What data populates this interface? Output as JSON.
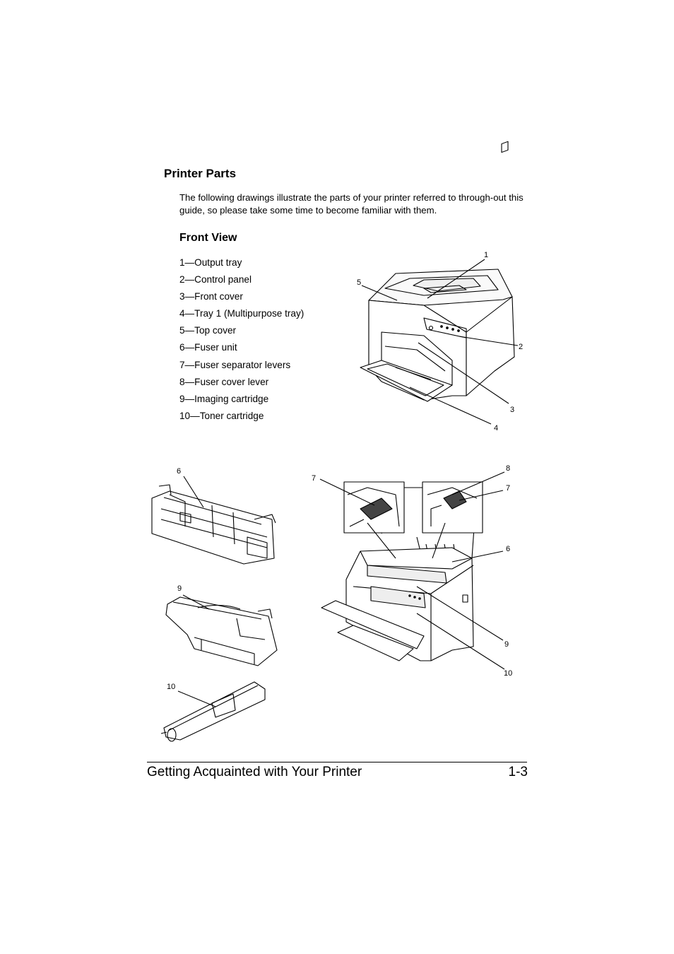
{
  "section_title": "Printer Parts",
  "intro_text": "The following drawings illustrate the parts of your printer referred to through-out this guide, so please take some time to become familiar with them.",
  "subsection_title": "Front View",
  "parts": [
    "1—Output tray",
    "2—Control panel",
    "3—Front cover",
    "4—Tray 1 (Multipurpose tray)",
    "5—Top cover",
    "6—Fuser unit",
    "7—Fuser separator levers",
    "8—Fuser cover lever",
    "9—Imaging cartridge",
    "10—Toner cartridge"
  ],
  "callouts": {
    "front": [
      "1",
      "2",
      "3",
      "4",
      "5"
    ],
    "open": [
      "7",
      "8",
      "7",
      "6",
      "9",
      "10"
    ],
    "fuser": "6",
    "imaging": "9",
    "toner": "10"
  },
  "footer": {
    "chapter": "Getting Acquainted with Your Printer",
    "page": "1-3"
  }
}
